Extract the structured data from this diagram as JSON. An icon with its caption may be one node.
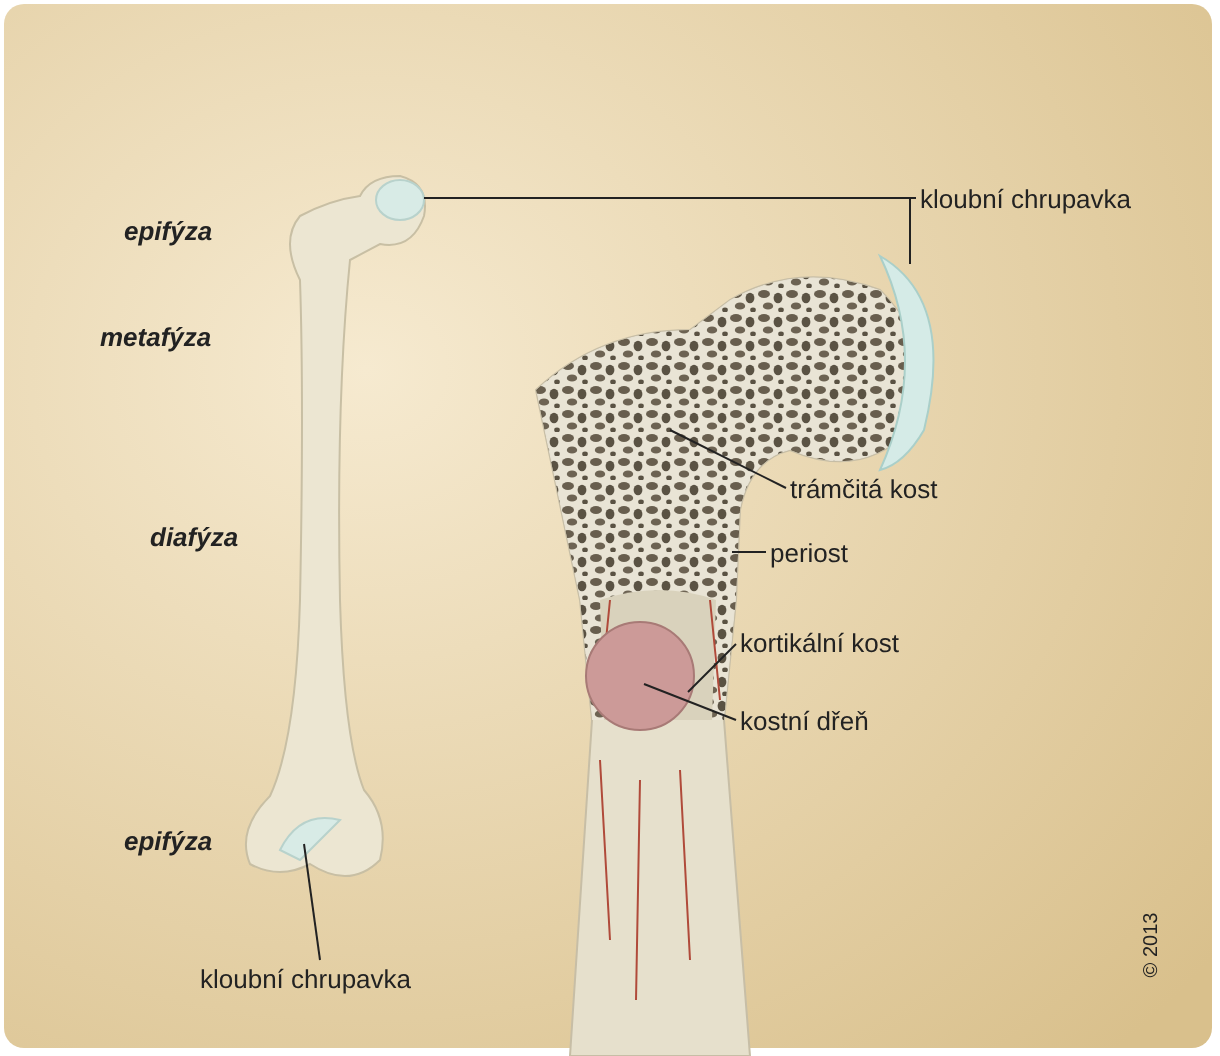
{
  "diagram": {
    "nodes": [
      {
        "text": [
          "kloubní chrupavka"
        ]
      },
      {
        "text": [
          "trámčitá kost"
        ]
      },
      {
        "text": [
          "periost"
        ]
      },
      {
        "text": [
          "kortikální kost"
        ]
      },
      {
        "text": [
          "kostní dřeň"
        ]
      },
      {
        "text": [
          "kloubní chrupavka"
        ]
      }
    ],
    "edges": [
      {
        "from": 0,
        "to": null,
        "arrow": "none"
      },
      {
        "from": 0,
        "to": null,
        "arrow": "none"
      },
      {
        "from": 1,
        "to": null,
        "arrow": "none"
      },
      {
        "from": 2,
        "to": null,
        "arrow": "none"
      },
      {
        "from": 3,
        "to": null,
        "arrow": "none"
      },
      {
        "from": 4,
        "to": null,
        "arrow": "none"
      },
      {
        "from": 5,
        "to": null,
        "arrow": "none"
      }
    ],
    "labels": [
      "epifýza",
      "metafýza",
      "diafýza",
      "epifýza",
      "© 2013"
    ]
  }
}
